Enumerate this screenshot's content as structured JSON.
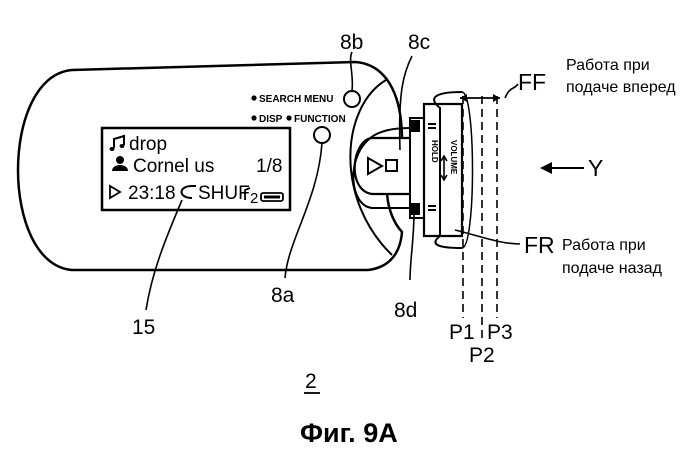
{
  "labels": {
    "ref_8b": "8b",
    "ref_8c": "8c",
    "ref_8a": "8a",
    "ref_8d": "8d",
    "ref_15": "15",
    "ref_2": "2",
    "ff": "FF",
    "fr": "FR",
    "y": "Y",
    "p1": "P1",
    "p2": "P2",
    "p3": "P3",
    "ff_text_line1": "Работа при",
    "ff_text_line2": "подаче вперед",
    "fr_text_line1": "Работа при",
    "fr_text_line2": "подаче назад",
    "caption": "Фиг. 9A"
  },
  "buttons": {
    "search_menu": "SEARCH MENU",
    "disp": "DISP",
    "function": "FUNCTION"
  },
  "display": {
    "line1": "drop",
    "line2_artist": "Cornel  us",
    "line2_track": "1/8",
    "line3_time": "23:18",
    "line3_mode": "SHUF",
    "line3_num": "2"
  },
  "side_key": {
    "hold": "HOLD",
    "volume": "VOLUME"
  }
}
